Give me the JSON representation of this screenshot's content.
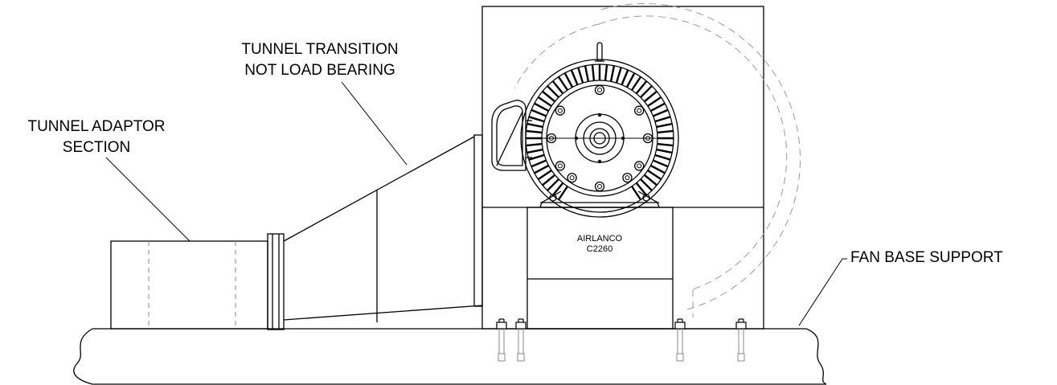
{
  "labels": {
    "tunnel_transition_line1": "TUNNEL TRANSITION",
    "tunnel_transition_line2": "NOT LOAD BEARING",
    "tunnel_adaptor_line1": "TUNNEL ADAPTOR",
    "tunnel_adaptor_line2": "SECTION",
    "fan_base_support": "FAN BASE SUPPORT",
    "plate_line1": "AIRLANCO",
    "plate_line2": "C2260"
  }
}
